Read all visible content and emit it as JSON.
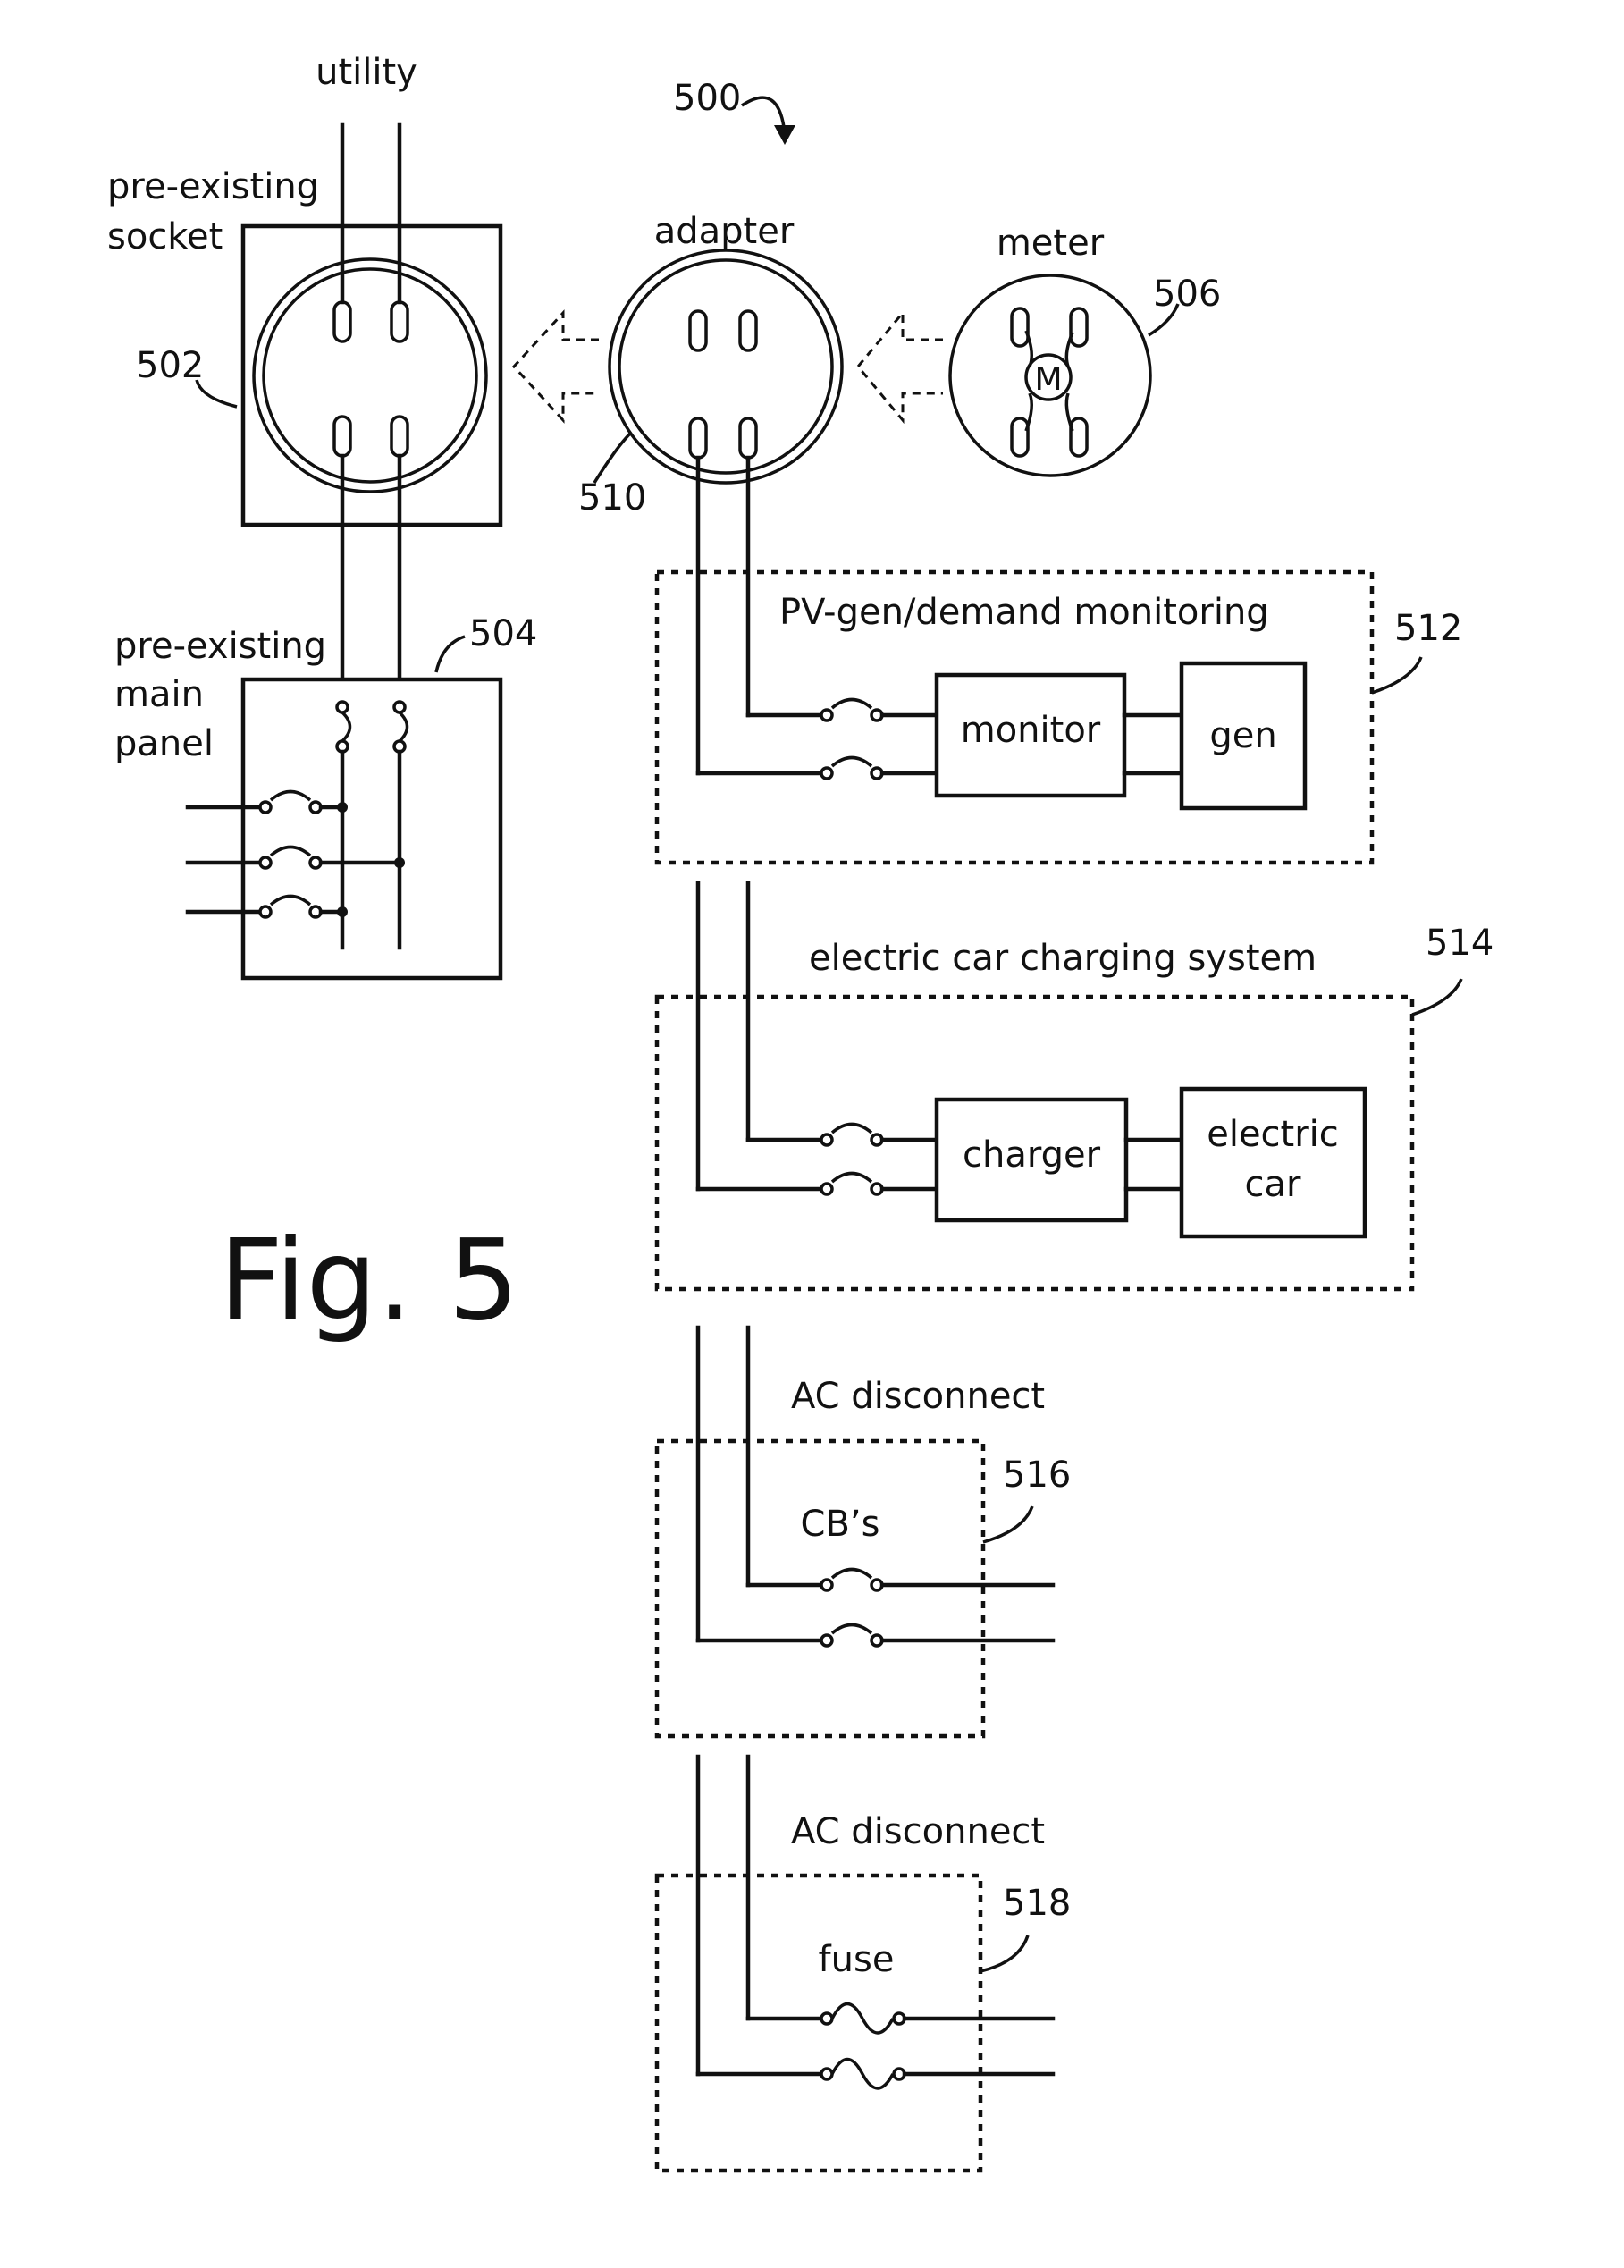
{
  "labels": {
    "utility": "utility",
    "pre_existing_socket_line1": "pre-existing",
    "pre_existing_socket_line2": "socket",
    "adapter": "adapter",
    "meter": "meter",
    "meter_symbol": "M",
    "pre_existing_panel_line1": "pre-existing",
    "pre_existing_panel_line2": "main",
    "pre_existing_panel_line3": "panel",
    "pv_monitoring": "PV-gen/demand monitoring",
    "monitor": "monitor",
    "gen": "gen",
    "ev_charging": "electric car charging system",
    "charger": "charger",
    "electric_car_line1": "electric",
    "electric_car_line2": "car",
    "ac_disconnect_1": "AC disconnect",
    "cbs": "CB’s",
    "ac_disconnect_2": "AC disconnect",
    "fuse": "fuse",
    "figure": "Fig. 5"
  },
  "refs": {
    "r500": "500",
    "r502": "502",
    "r504": "504",
    "r506": "506",
    "r510": "510",
    "r512": "512",
    "r514": "514",
    "r516": "516",
    "r518": "518"
  }
}
